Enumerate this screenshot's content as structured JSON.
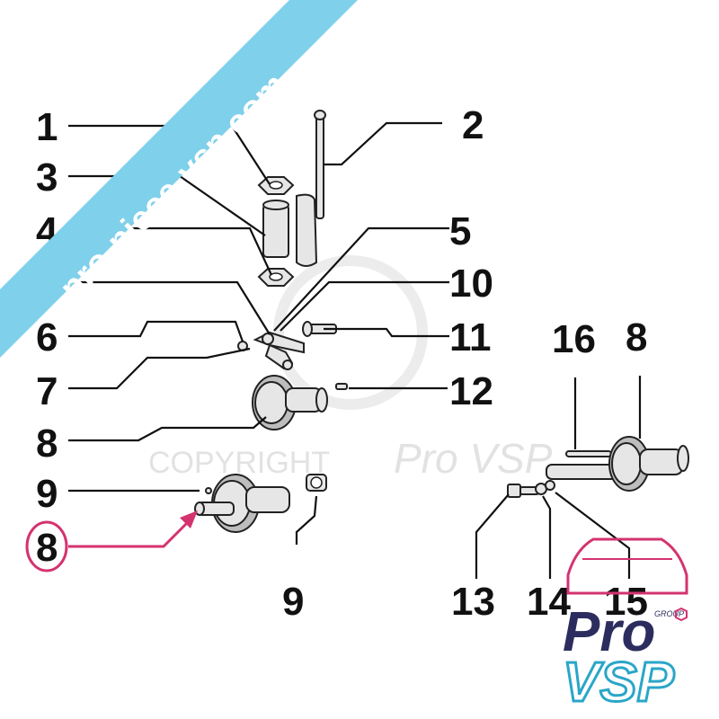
{
  "banner": {
    "text": "pro-piece-vsp.com",
    "color": "#7fd0ea"
  },
  "watermark": {
    "copyright": "COPYRIGHT",
    "brand": "Pro VSP"
  },
  "logo": {
    "pro": "Pro",
    "vsp": "VSP",
    "tag": "GROUP",
    "accent": "#d9357f"
  },
  "highlight_color": "#d4336f",
  "callouts": {
    "n1": "1",
    "n2": "2",
    "n3": "3",
    "n4": "4",
    "n5a": "5",
    "n5b": "5",
    "n6": "6",
    "n7": "7",
    "n8a": "8",
    "n8b": "8",
    "n8c": "8",
    "n9a": "9",
    "n9b": "9",
    "n10": "10",
    "n11": "11",
    "n12": "12",
    "n13": "13",
    "n14": "14",
    "n15": "15",
    "n16": "16"
  }
}
